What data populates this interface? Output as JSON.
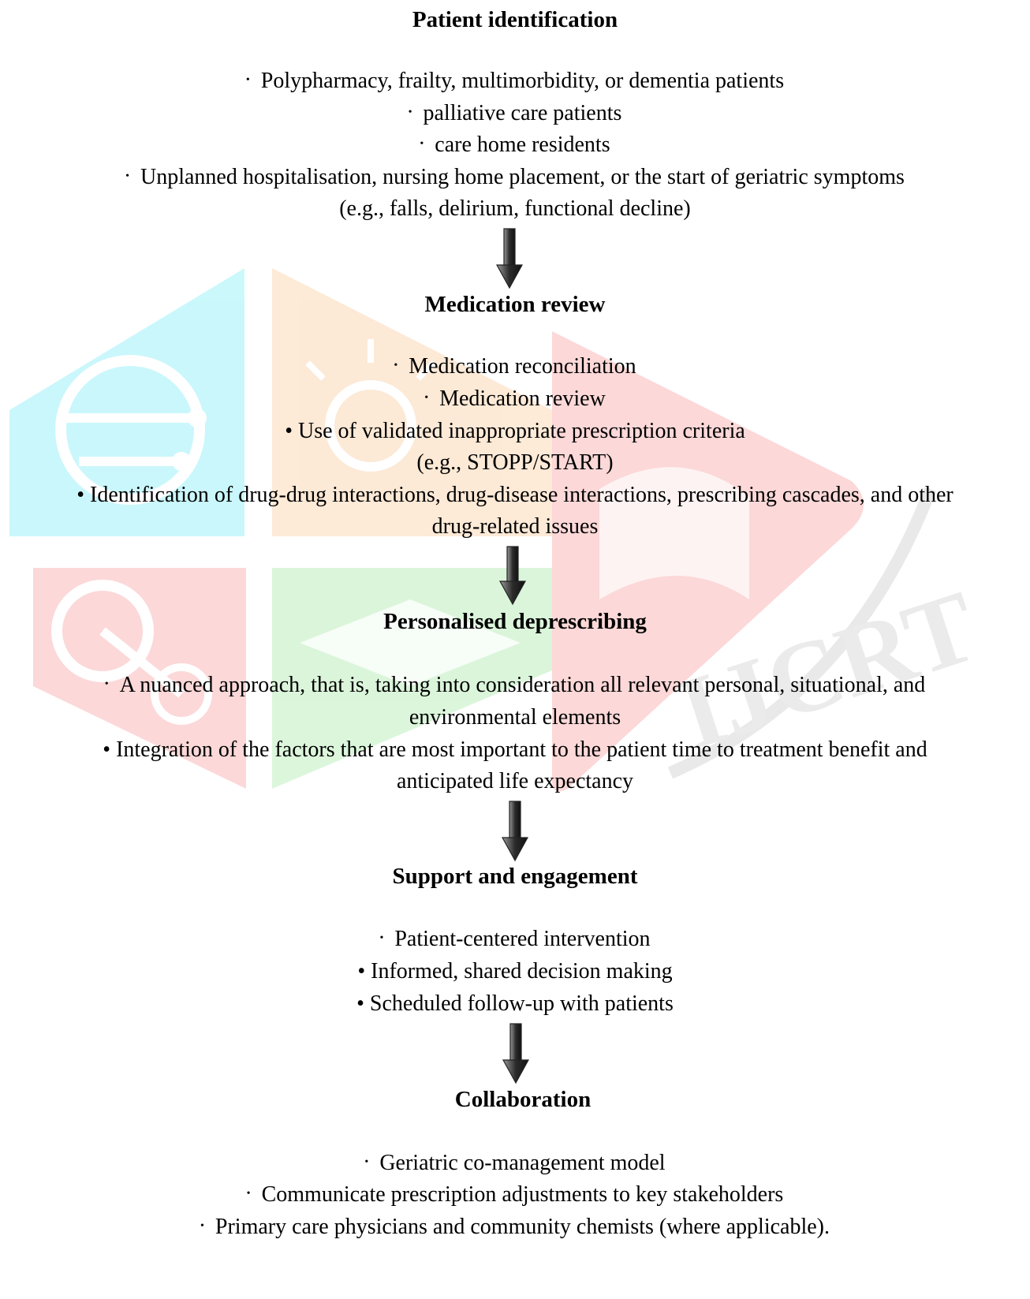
{
  "watermark": {
    "text": "IJCRT",
    "colors": {
      "cyan": "#5ce8f4",
      "orange": "#f8b97a",
      "red": "#f67f7f",
      "green": "#8ae08a",
      "grey": "#cfcfcf"
    }
  },
  "arrow_color": "#3a3a3a",
  "sections": [
    {
      "heading": "Patient identification",
      "items": [
        "Polypharmacy, frailty, multimorbidity, or dementia patients",
        "palliative care patients",
        "care home residents",
        "Unplanned hospitalisation, nursing home placement, or the start of geriatric symptoms",
        "(e.g., falls, delirium, functional decline)"
      ]
    },
    {
      "heading": "Medication review",
      "items": [
        "Medication reconciliation",
        "Medication review",
        "• Use of validated inappropriate prescription criteria",
        "(e.g., STOPP/START)",
        "• Identification of drug-drug interactions, drug-disease interactions, prescribing cascades, and other",
        "drug-related issues"
      ]
    },
    {
      "heading": "Personalised deprescribing",
      "items": [
        "A nuanced approach, that is, taking into consideration all relevant personal, situational, and",
        "environmental elements",
        "• Integration of the factors that are most important to the patient time to treatment benefit and",
        "anticipated life expectancy"
      ]
    },
    {
      "heading": "Support and engagement",
      "items": [
        "Patient-centered intervention",
        "• Informed, shared decision making",
        "• Scheduled follow-up with patients"
      ]
    },
    {
      "heading": "Collaboration",
      "items": [
        "Geriatric co-management model",
        "Communicate prescription adjustments to key stakeholders",
        "Primary care physicians and community chemists (where applicable)."
      ]
    }
  ]
}
